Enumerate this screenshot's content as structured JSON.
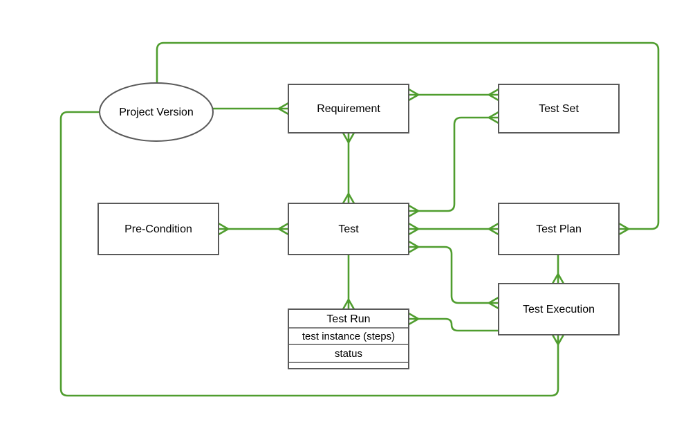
{
  "diagram": {
    "type": "entity-relationship",
    "notation": "crows-foot",
    "colors": {
      "background": "#ffffff",
      "connector": "#4f9d2e",
      "node_border": "#595959",
      "node_fill": "#ffffff",
      "text": "#000000"
    },
    "nodes": [
      {
        "id": "project-version",
        "shape": "ellipse",
        "label": "Project Version"
      },
      {
        "id": "requirement",
        "shape": "rectangle",
        "label": "Requirement"
      },
      {
        "id": "test-set",
        "shape": "rectangle",
        "label": "Test Set"
      },
      {
        "id": "pre-condition",
        "shape": "rectangle",
        "label": "Pre-Condition"
      },
      {
        "id": "test",
        "shape": "rectangle",
        "label": "Test"
      },
      {
        "id": "test-plan",
        "shape": "rectangle",
        "label": "Test Plan"
      },
      {
        "id": "test-execution",
        "shape": "rectangle",
        "label": "Test Execution"
      },
      {
        "id": "test-run",
        "shape": "table",
        "label": "Test Run",
        "rows": [
          "test instance (steps)",
          "status"
        ]
      }
    ],
    "edges": [
      {
        "from": "project-version",
        "to": "requirement",
        "cardinality": "one-to-many"
      },
      {
        "from": "requirement",
        "to": "test-set",
        "cardinality": "many-to-many"
      },
      {
        "from": "requirement",
        "to": "test",
        "cardinality": "many-to-many"
      },
      {
        "from": "pre-condition",
        "to": "test",
        "cardinality": "many-to-many"
      },
      {
        "from": "test",
        "to": "test-set",
        "cardinality": "many-to-many"
      },
      {
        "from": "test",
        "to": "test-plan",
        "cardinality": "many-to-many"
      },
      {
        "from": "test",
        "to": "test-execution",
        "cardinality": "many-to-many"
      },
      {
        "from": "test-plan",
        "to": "test-execution",
        "cardinality": "one-to-many"
      },
      {
        "from": "project-version",
        "to": "test-plan",
        "cardinality": "one-to-many"
      },
      {
        "from": "test",
        "to": "test-run",
        "cardinality": "one-to-many"
      },
      {
        "from": "test-execution",
        "to": "test-run",
        "cardinality": "one-to-many"
      },
      {
        "from": "project-version",
        "to": "test-execution",
        "cardinality": "one-to-many"
      }
    ]
  }
}
